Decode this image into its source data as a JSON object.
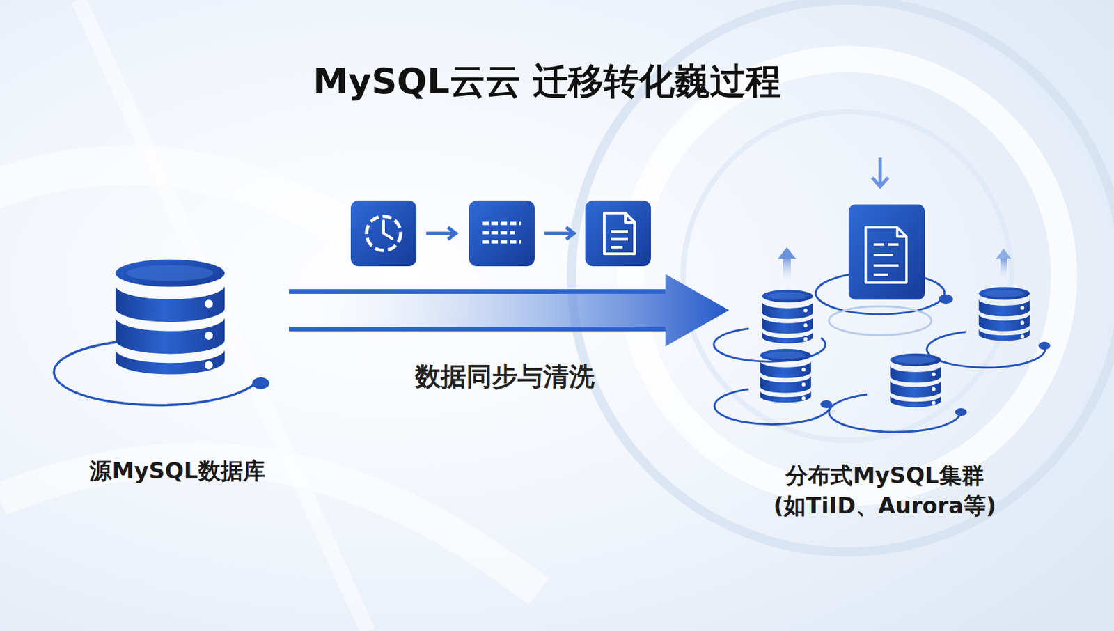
{
  "diagram": {
    "title": "MySQL云云 迁移转化巍过程",
    "nodes": [
      {
        "text": [
          "源MySQL数据库"
        ]
      },
      {
        "text": [
          "分布式MySQL集群",
          "(如TiID、Aurora等)"
        ]
      }
    ],
    "edges": [
      {
        "from": 0,
        "to": 1,
        "arrow": "to",
        "label": "数据同步与清洗"
      }
    ]
  }
}
